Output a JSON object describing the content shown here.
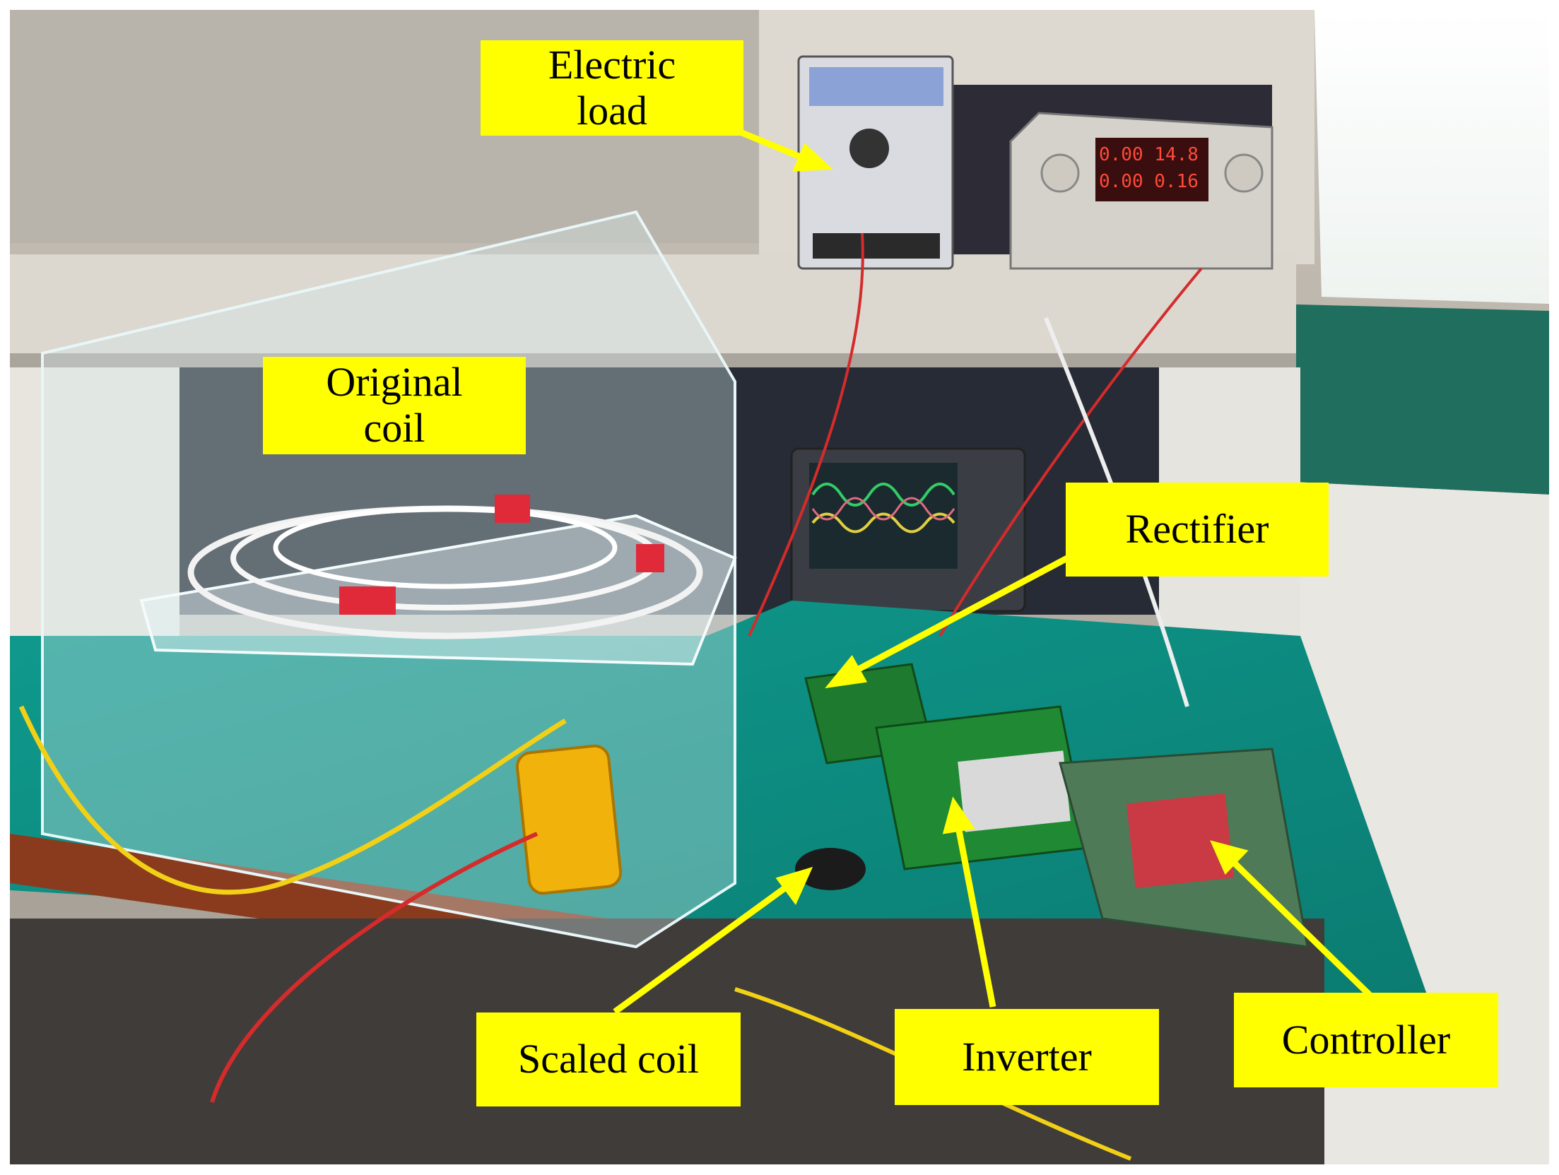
{
  "photo": {
    "description_colors": {
      "label_fill": "#ffff00",
      "arrow": "#ffff00",
      "mat": "#0e8f84",
      "bench_wood": "#8a3b1e"
    }
  },
  "labels": {
    "electric_load": "Electric\nload",
    "original_coil": "Original\ncoil",
    "rectifier": "Rectifier",
    "scaled_coil": "Scaled coil",
    "inverter": "Inverter",
    "controller": "Controller"
  },
  "instruments": {
    "power_supply_readout_top_left": "0.00",
    "power_supply_readout_top_right": "14.8",
    "power_supply_readout_bottom_left": "0.00",
    "power_supply_readout_bottom_right": "0.16"
  }
}
